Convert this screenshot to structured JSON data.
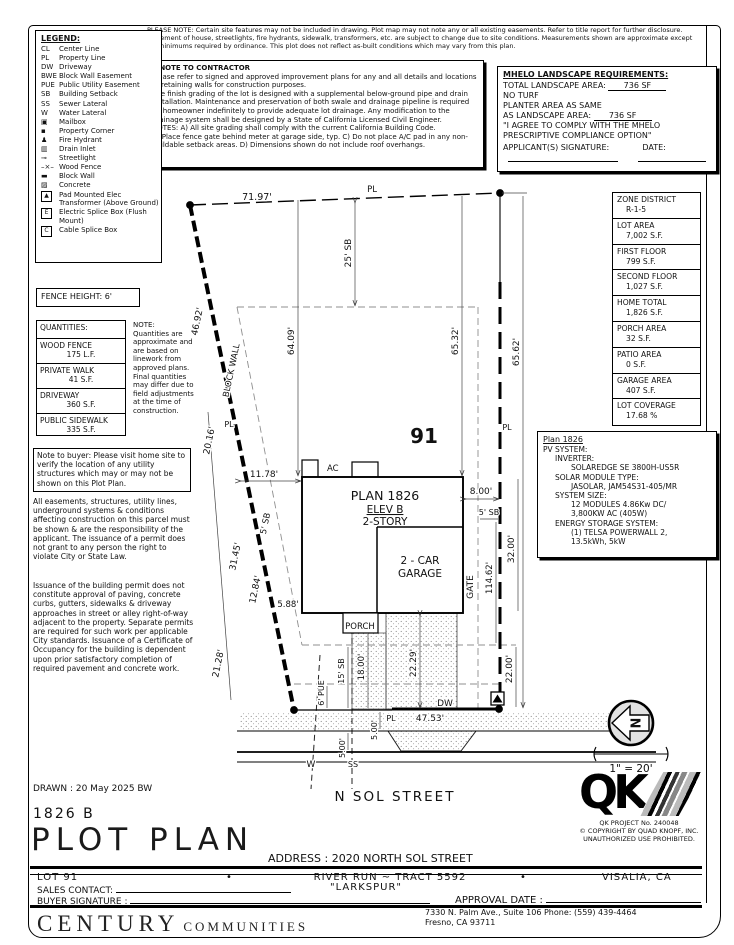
{
  "top_note": "PLEASE NOTE:  Certain site features may not be included in drawing.  Plot map may not note any or all existing easements.  Refer to title report for further disclosure.  Placement of house, streetlights, fire hydrants, sidewalk, transformers, etc. are subject to change due to site conditions.  Measurements shown are approximate except for minimums required by ordinance.  This plot does not reflect as-built conditions which may vary from this plan.",
  "contractor_note": {
    "title": "**NOTE TO CONTRACTOR",
    "lines": [
      "Please refer to signed and approved improvement plans for any and all details and locations of retaining walls for construction purposes.",
      "The finish grading of the lot is designed with a supplemental below-ground pipe and drain installation.  Maintenance and preservation of both swale and drainage pipeline is required by homeowner indefinitely to provide adequate lot drainage.  Any modification to the drainage system shall be designed by a State of California Licensed Civil Engineer.",
      "NOTES:  A) All site grading shall comply with the current California Building Code.",
      "B) Place fence gate behind meter at garage side, typ.  C) Do not place A/C pad in any non-buildable setback areas.  D) Dimensions shown do not include roof overhangs."
    ]
  },
  "mhelo": {
    "title": "MHELO LANDSCAPE REQUIREMENTS:",
    "row1_label": "TOTAL LANDSCAPE AREA:",
    "row1_value": "736 SF",
    "row2": "NO TURF",
    "row3a": "PLANTER AREA AS SAME",
    "row3b_label": "AS LANDSCAPE AREA:",
    "row3b_value": "736 SF",
    "agree1": "\"I AGREE TO COMPLY WITH THE MHELO",
    "agree2": "PRESCRIPTIVE COMPLIANCE OPTION\"",
    "sig_label": "APPLICANT(S) SIGNATURE:",
    "date_label": "DATE:"
  },
  "legend": {
    "title": "LEGEND:",
    "items": [
      {
        "sym": "CL",
        "label": "Center Line"
      },
      {
        "sym": "PL",
        "label": "Property Line"
      },
      {
        "sym": "DW",
        "label": "Driveway"
      },
      {
        "sym": "BWE",
        "label": "Block Wall Easement"
      },
      {
        "sym": "PUE",
        "label": "Public Utility Easement"
      },
      {
        "sym": "SB",
        "label": "Building Setback"
      },
      {
        "sym": "SS",
        "label": "Sewer Lateral"
      },
      {
        "sym": "W",
        "label": "Water Lateral"
      },
      {
        "sym": "▣",
        "label": "Mailbox"
      },
      {
        "sym": "▪",
        "label": "Property Corner"
      },
      {
        "sym": "♟",
        "label": "Fire Hydrant"
      },
      {
        "sym": "▥",
        "label": "Drain Inlet"
      },
      {
        "sym": "⊸",
        "label": "Streetlight"
      },
      {
        "sym": "–×–",
        "label": "Wood Fence"
      },
      {
        "sym": "▬",
        "label": "Block Wall"
      },
      {
        "sym": "▨",
        "label": "Concrete"
      },
      {
        "sym": "▲",
        "label": "Pad Mounted Elec Transformer (Above Ground)"
      },
      {
        "sym": "E",
        "label": "Electric Splice Box (Flush Mount)"
      },
      {
        "sym": "C",
        "label": "Cable Splice Box"
      }
    ]
  },
  "fence_height": "FENCE HEIGHT: 6'",
  "quantities": {
    "title": "QUANTITIES:",
    "rows": [
      {
        "label": "WOOD FENCE",
        "value": "175 L.F."
      },
      {
        "label": "PRIVATE WALK",
        "value": "41 S.F."
      },
      {
        "label": "DRIVEWAY",
        "value": "360 S.F."
      },
      {
        "label": "PUBLIC SIDEWALK",
        "value": "335 S.F."
      }
    ],
    "note_title": "NOTE:",
    "note_body": "Quantities are approximate and are based on linework from approved plans.  Final quantities may differ due to field adjustments at the time of construction."
  },
  "buyer_note": "Note to buyer: Please visit home site to verify the location of any utility structures which may or may not be shown on this Plot Plan.",
  "easements_para": "All easements, structures, utility lines, underground systems & conditions affecting construction on this parcel must be shown & are the responsibility of the applicant. The issuance of a permit does not grant to any person the right to violate City or State Law.",
  "permit_para": "Issuance of the building permit does not constitute approval of paving, concrete curbs, gutters, sidewalks & driveway approaches in street or alley right-of-way adjacent to the property. Separate permits are required for such work per applicable City standards. Issuance of a Certificate of Occupancy for the building is dependent upon prior satisfactory completion of required pavement and concrete work.",
  "zone_table": {
    "rows": [
      {
        "label": "ZONE DISTRICT",
        "value": "R-1-5"
      },
      {
        "label": "LOT AREA",
        "value": "7,002 S.F."
      },
      {
        "label": "FIRST FLOOR",
        "value": "799 S.F."
      },
      {
        "label": "SECOND FLOOR",
        "value": "1,027 S.F."
      },
      {
        "label": "HOME TOTAL",
        "value": "1,826 S.F."
      },
      {
        "label": "PORCH AREA",
        "value": "32 S.F."
      },
      {
        "label": "PATIO AREA",
        "value": "0 S.F."
      },
      {
        "label": "GARAGE AREA",
        "value": "407 S.F."
      },
      {
        "label": "LOT COVERAGE",
        "value": "17.68 %"
      }
    ]
  },
  "pv": {
    "title": "Plan 1826",
    "lines": [
      "PV SYSTEM:",
      "INVERTER:",
      "SOLAREDGE SE 3800H-US5R",
      "SOLAR MODULE TYPE:",
      "JASOLAR, JAM54S31-405/MR",
      "SYSTEM SIZE:",
      "12 MODULES 4.86Kw DC/",
      "3,800KW AC (405W)",
      "ENERGY STORAGE SYSTEM:",
      "(1) TELSA POWERWALL 2,",
      "13.5kWh, 5kW"
    ]
  },
  "plot": {
    "labels": {
      "lot": "91",
      "plan": "PLAN 1826",
      "elev": "ELEV B",
      "story": "2-STORY",
      "garage1": "2 - CAR",
      "garage2": "GARAGE",
      "porch": "PORCH",
      "street": "N SOL STREET"
    },
    "dims": {
      "d7197": "71.97'",
      "sb25": "25' SB",
      "d4692": "46.92'",
      "blockwall": "BLOCK WALL",
      "d2016": "20.16'",
      "d1178": "11.78'",
      "sb5": "5' SB",
      "d3145": "31.45'",
      "d1284": "12.84'",
      "d588": "5.88'",
      "d2128": "21.28'",
      "d6409": "64.09'",
      "d6532": "65.32'",
      "d6562": "65.62'",
      "d800": "8.00'",
      "d11462": "114.62'",
      "d3200": "32.00'",
      "d2200": "22.00'",
      "d2229": "22.29'",
      "d1800": "18.00'",
      "sb15": "15' SB",
      "pue6": "6' PUE",
      "d500": "5.00'",
      "d4753": "47.53'",
      "pl": "PL",
      "dw": "DW",
      "w": "W",
      "ss": "SS",
      "gate": "GATE",
      "ac": "AC"
    }
  },
  "compass": {
    "north": "N",
    "scale": "1\" = 20'"
  },
  "qk": {
    "initials": "QK",
    "project": "QK PROJECT No. 240048",
    "copyright": "©  COPYRIGHT BY QUAD KNOPF, INC.",
    "unauthorized": "UNAUTHORIZED USE PROHIBITED."
  },
  "titleblock": {
    "drawn": "DRAWN :  20 May 2025  BW",
    "plan_code": "1826  B",
    "title": "PLOT PLAN",
    "address": "ADDRESS :  2020 NORTH SOL STREET",
    "lot": "LOT 91",
    "bullet": "•",
    "tract": "RIVER RUN ~ TRACT 5592",
    "community": "\"LARKSPUR\"",
    "city": "VISALIA, CA",
    "sales_label": "SALES CONTACT:",
    "buyer_label": "BUYER SIGNATURE :",
    "approval_label": "APPROVAL DATE :",
    "brand": "CENTURY",
    "brand2": "COMMUNITIES",
    "addr_line1": "7330 N. Palm Ave., Suite 106    Phone:  (559) 439-4464",
    "addr_line2": "Fresno, CA  93711"
  }
}
